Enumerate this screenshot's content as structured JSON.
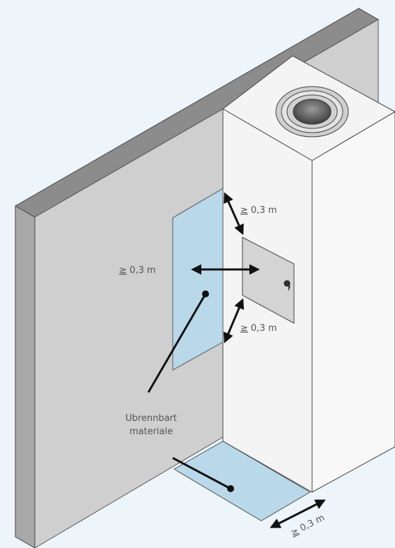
{
  "labels": {
    "top_right": {
      "sym": "≥",
      "text": " 0,3 m"
    },
    "left": {
      "sym": "≥",
      "text": " 0,3 m"
    },
    "bottom_right": {
      "sym": "≥",
      "text": " 0,3 m"
    },
    "floor": {
      "sym": "≥",
      "text": " 0,3 m"
    },
    "material_line1": "Ubrennbart",
    "material_line2": "materiale"
  },
  "colors": {
    "background": "#eef5fa",
    "wall_face": "#cfcfcf",
    "wall_top": "#8c8c8c",
    "wall_side": "#a8a8a8",
    "stove_face": "#f4f4f4",
    "noncombustible": "#b9d9ea",
    "door": "#d4d4d4",
    "line": "#111111"
  }
}
